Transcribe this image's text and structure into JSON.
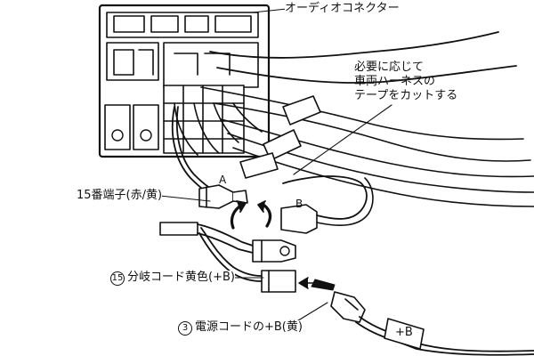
{
  "labels": {
    "audio_connector": "オーディオコネクター",
    "note_lines": [
      "必要に応じて",
      "車両ハーネスの",
      "テープをカットする"
    ],
    "terminal_15": "15番端子(赤/黄)",
    "branch_cord_num": "15",
    "branch_cord": "分岐コード黄色(+B)",
    "power_cord_num": "3",
    "power_cord": "電源コードの+B(黄)"
  },
  "markers": {
    "a": "A",
    "b": "B"
  },
  "fuse_label": "+B",
  "colors": {
    "line": "#111111",
    "background": "#ffffff",
    "fill": "#ffffff"
  }
}
